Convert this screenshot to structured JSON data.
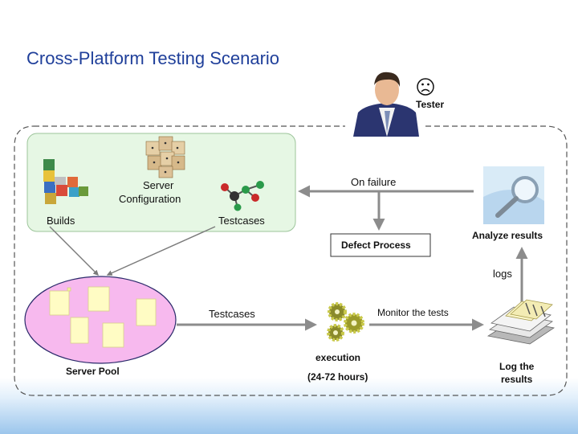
{
  "title": "Cross-Platform Testing Scenario",
  "labels": {
    "tester": "Tester",
    "on_failure": "On failure",
    "server_configuration_line1": "Server",
    "server_configuration_line2": "Configuration",
    "builds": "Builds",
    "testcases_top": "Testcases",
    "defect_process": "Defect Process",
    "analyze_results": "Analyze results",
    "logs": "logs",
    "monitor_the_tests": "Monitor the tests",
    "testcases_bottom": "Testcases",
    "execution": "execution",
    "hours": "(24-72 hours)",
    "server_pool": "Server Pool",
    "log_the_results_line1": "Log the",
    "log_the_results_line2": "results"
  },
  "colors": {
    "title": "#1f3f9a",
    "config_box": "#e6f7e4",
    "server_pool": "#f7b9ee",
    "arrow": "#8c8c8c",
    "sticky_note": "#fffcc4"
  },
  "icons": [
    "tester-icon",
    "sad-face-icon",
    "dice-blocks-icon",
    "alphabet-blocks-icon",
    "molecule-icon",
    "magnifier-icon",
    "gears-icon",
    "documents-icon"
  ]
}
